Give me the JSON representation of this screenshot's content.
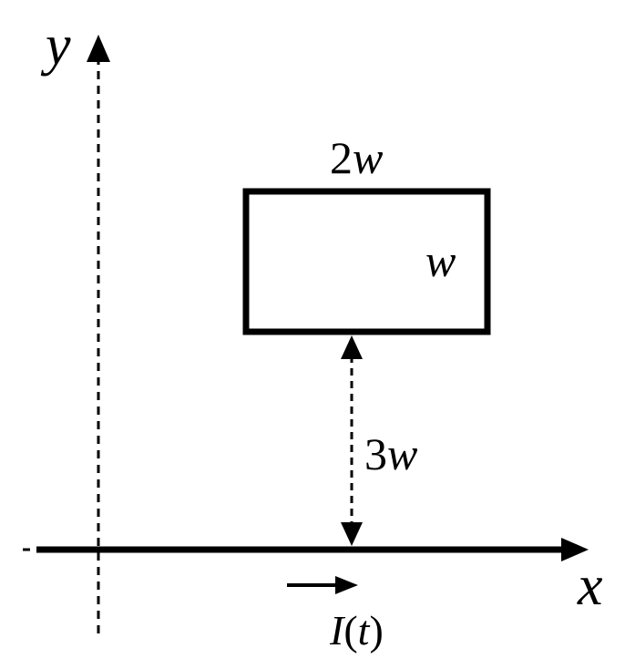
{
  "labels": {
    "y_axis": "y",
    "x_axis": "x",
    "rect_width": {
      "coef": "2",
      "var": "w"
    },
    "rect_height": "w",
    "separation": {
      "coef": "3",
      "var": "w"
    },
    "current": {
      "name": "I",
      "open": "(",
      "arg": "t",
      "close": ")"
    }
  },
  "colors": {
    "stroke": "#000000",
    "background": "#ffffff"
  }
}
